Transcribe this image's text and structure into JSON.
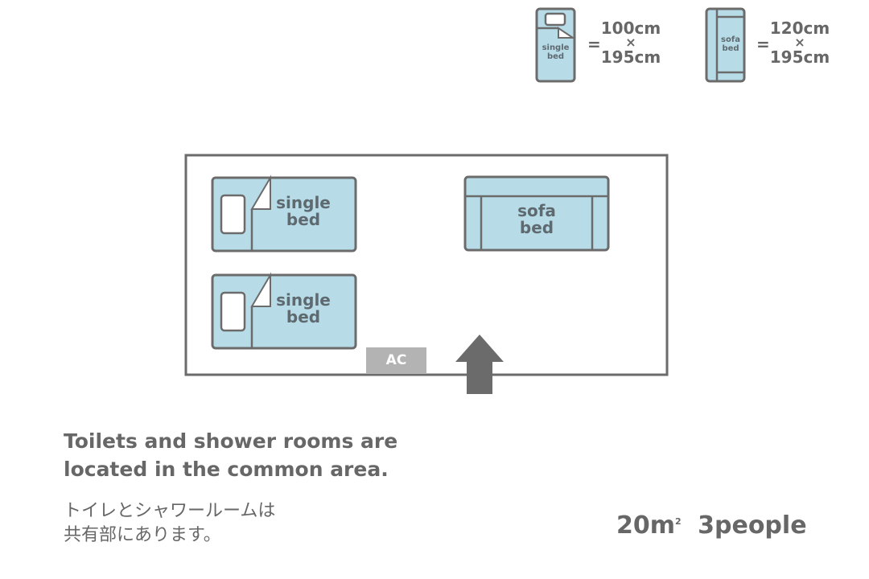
{
  "legend": {
    "single_bed": {
      "label_line1": "single",
      "label_line2": "bed",
      "equals": "=",
      "width": "100cm",
      "times": "×",
      "length": "195cm"
    },
    "sofa_bed": {
      "label_line1": "sofa",
      "label_line2": "bed",
      "equals": "=",
      "width": "120cm",
      "times": "×",
      "length": "195cm"
    }
  },
  "floorplan": {
    "beds": [
      {
        "type": "single bed",
        "line1": "single",
        "line2": "bed"
      },
      {
        "type": "single bed",
        "line1": "single",
        "line2": "bed"
      },
      {
        "type": "sofa bed",
        "line1": "sofa",
        "line2": "bed"
      }
    ],
    "ac_label": "AC",
    "entrance": "entrance-arrow"
  },
  "notes": {
    "english_line1": "Toilets and shower rooms are",
    "english_line2": "located in the common area.",
    "japanese_line1": "トイレとシャワールームは",
    "japanese_line2": "共有部にあります。"
  },
  "room_info": {
    "area_value": "20",
    "area_unit": "m",
    "area_sup": "2",
    "capacity": "3people"
  },
  "colors": {
    "bed_fill": "#b7dce8",
    "outline": "#6b6b6b",
    "ac_fill": "#b3b3b3",
    "text": "#676767"
  }
}
